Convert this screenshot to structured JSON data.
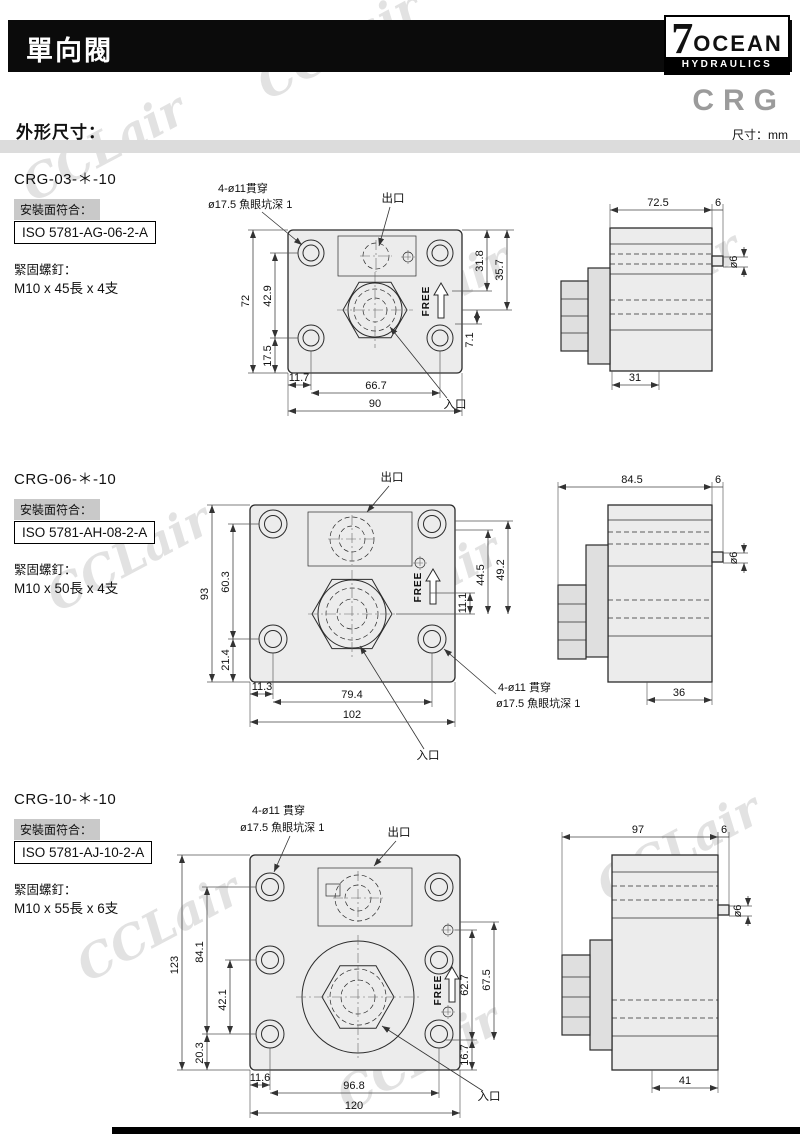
{
  "header": {
    "title": "單向閥",
    "logo": {
      "seven": "7",
      "ocean": "OCEAN",
      "sub": "HYDRAULICS"
    },
    "series": "CRG",
    "dim_heading": "外形尺寸：",
    "unit_note": "尺寸：mm"
  },
  "watermark": {
    "text": "CCLair"
  },
  "labels": {
    "outlet": "出口",
    "inlet": "入口",
    "free": "FREE",
    "cbore": "ø17.5 魚眼坑深 1",
    "dia6": "ø6"
  },
  "sections": [
    {
      "model": "CRG-03-＊-10",
      "mount_label": "安裝面符合：",
      "mount_std": "ISO 5781-AG-06-2-A",
      "bolt_label": "緊固螺釘：",
      "bolt_spec": "M10 x 45長 x 4支",
      "ann_holes": "4-ø11貫穿",
      "front": {
        "height": "72",
        "hole_v": "42.9",
        "hole_bottom": "17.5",
        "left_off": "11.7",
        "hole_h": "66.7",
        "width": "90",
        "p1": "31.8",
        "p2": "35.7",
        "p3": "7.1"
      },
      "side": {
        "depth": "72.5",
        "stub": "6",
        "hex": "31"
      }
    },
    {
      "model": "CRG-06-＊-10",
      "mount_label": "安裝面符合：",
      "mount_std": "ISO 5781-AH-08-2-A",
      "bolt_label": "緊固螺釘：",
      "bolt_spec": "M10 x 50長 x 4支",
      "ann_holes": "4-ø11 貫穿",
      "front": {
        "height": "93",
        "hole_v": "60.3",
        "hole_bottom": "21.4",
        "left_off": "11.3",
        "hole_h": "79.4",
        "width": "102",
        "p1": "11.1",
        "p2": "44.5",
        "p3": "49.2"
      },
      "side": {
        "depth": "84.5",
        "stub": "6",
        "hex": "36"
      }
    },
    {
      "model": "CRG-10-＊-10",
      "mount_label": "安裝面符合：",
      "mount_std": "ISO 5781-AJ-10-2-A",
      "bolt_label": "緊固螺釘：",
      "bolt_spec": "M10 x 55長 x 6支",
      "ann_holes": "4-ø11 貫穿",
      "front": {
        "height": "123",
        "hole_v": "84.1",
        "hole_v2": "42.1",
        "hole_bottom": "20.3",
        "left_off": "11.6",
        "hole_h": "96.8",
        "width": "120",
        "p1": "62.7",
        "p2": "67.5",
        "p3": "16.7"
      },
      "side": {
        "depth": "97",
        "stub": "6",
        "hex": "41"
      }
    }
  ]
}
